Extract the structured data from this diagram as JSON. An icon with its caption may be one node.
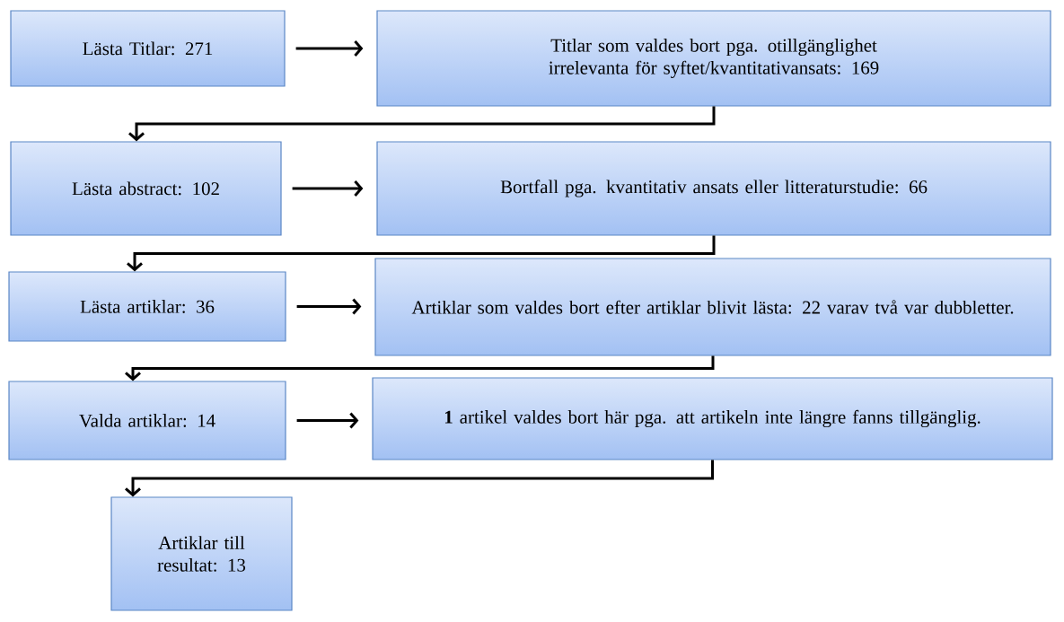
{
  "diagram": {
    "nodes": [
      {
        "text": [
          "Lästa Titlar: 271"
        ]
      },
      {
        "text": [
          "Titlar som valdes bort pga. otillgänglighet irrelevanta för syftet/kvantitativansats: 169"
        ]
      },
      {
        "text": [
          "Lästa abstract: 102"
        ]
      },
      {
        "text": [
          "Bortfall pga. kvantitativ ansats eller litteraturstudie: 66"
        ]
      },
      {
        "text": [
          "Lästa artiklar: 36"
        ]
      },
      {
        "text": [
          "Artiklar som valdes bort efter artiklar blivit lästa: 22 varav två var dubbletter."
        ]
      },
      {
        "text": [
          "Valda artiklar: 14"
        ]
      },
      {
        "text": [
          "**1** artikel valdes bort här pga. att artikeln inte längre fanns tillgänglig."
        ]
      },
      {
        "text": [
          "Artiklar till resultat: 13"
        ]
      }
    ],
    "edges": [
      {
        "from": 0,
        "to": 1,
        "arrow": "to"
      },
      {
        "from": 1,
        "to": 2,
        "arrow": "to"
      },
      {
        "from": 2,
        "to": 3,
        "arrow": "to"
      },
      {
        "from": 3,
        "to": 4,
        "arrow": "to"
      },
      {
        "from": 4,
        "to": 5,
        "arrow": "to"
      },
      {
        "from": 5,
        "to": 6,
        "arrow": "to"
      },
      {
        "from": 6,
        "to": 7,
        "arrow": "to"
      },
      {
        "from": 7,
        "to": 8,
        "arrow": "to"
      }
    ]
  }
}
